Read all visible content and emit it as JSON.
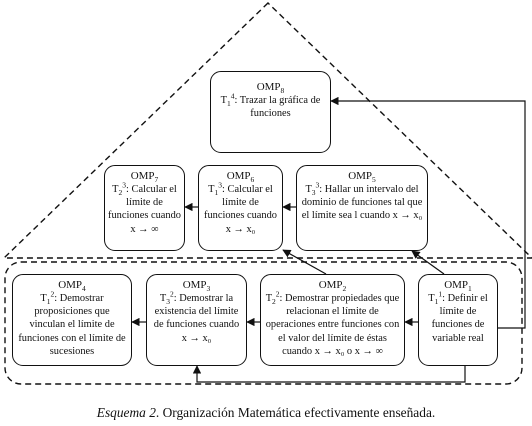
{
  "nodes": {
    "omp8": {
      "omp": "OMP",
      "omp_sub": "8",
      "t": "T",
      "t_sub": "1",
      "t_sup": "4",
      "text": ": Trazar la gráfica de funciones"
    },
    "omp7": {
      "omp": "OMP",
      "omp_sub": "7",
      "t": "T",
      "t_sub": "2",
      "t_sup": "3",
      "text": ": Calcular el límite de funciones cuando x → ∞"
    },
    "omp6": {
      "omp": "OMP",
      "omp_sub": "6",
      "t": "T",
      "t_sub": "1",
      "t_sup": "3",
      "text": ": Calcular el límite de funciones cuando x → x₀"
    },
    "omp5": {
      "omp": "OMP",
      "omp_sub": "5",
      "t": "T",
      "t_sub": "3",
      "t_sup": "3",
      "text": ": Hallar un intervalo del dominio de funciones tal que el límite sea l cuando x → x₀"
    },
    "omp4": {
      "omp": "OMP",
      "omp_sub": "4",
      "t": "T",
      "t_sub": "1",
      "t_sup": "2",
      "text": ": Demostrar proposiciones que vinculan el límite de funciones con el límite de sucesiones"
    },
    "omp3": {
      "omp": "OMP",
      "omp_sub": "3",
      "t": "T",
      "t_sub": "3",
      "t_sup": "2",
      "text": ": Demostrar la existencia del límite de funciones cuando x → x₀"
    },
    "omp2": {
      "omp": "OMP",
      "omp_sub": "2",
      "t": "T",
      "t_sub": "2",
      "t_sup": "2",
      "text": ": Demostrar propiedades que relacionan el límite de operaciones entre funciones con el valor del límite de éstas cuando x → x₀ o x → ∞"
    },
    "omp1": {
      "omp": "OMP",
      "omp_sub": "1",
      "t": "T",
      "t_sub": "1",
      "t_sup": "1",
      "text": ": Definir el límite de funciones de variable real"
    }
  },
  "caption": {
    "label": "Esquema 2",
    "text": ". Organización Matemática efectivamente enseñada."
  }
}
